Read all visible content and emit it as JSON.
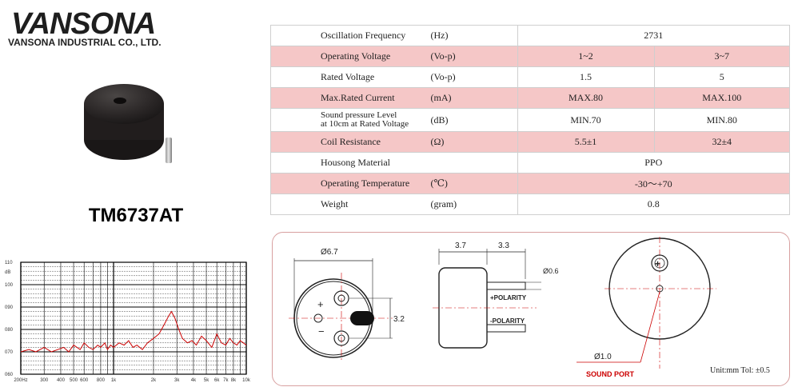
{
  "brand": {
    "logo": "VANSONA",
    "company": "VANSONA INDUSTRIAL CO., LTD."
  },
  "product": {
    "model": "TM6737AT"
  },
  "specs": {
    "rows": [
      {
        "label": "Oscillation Frequency",
        "unit": "(Hz)",
        "values": [
          "2731"
        ],
        "highlight": false
      },
      {
        "label": "Operating Voltage",
        "unit": "(Vo-p)",
        "values": [
          "1~2",
          "3~7"
        ],
        "highlight": true
      },
      {
        "label": "Rated Voltage",
        "unit": "(Vo-p)",
        "values": [
          "1.5",
          "5"
        ],
        "highlight": false
      },
      {
        "label": "Max.Rated Current",
        "unit": "(mA)",
        "values": [
          "MAX.80",
          "MAX.100"
        ],
        "highlight": true
      },
      {
        "label": "Sound pressure Level at 10cm at Rated Voltage",
        "label_line1": "Sound pressure Level",
        "label_line2": "at 10cm at Rated Voltage",
        "unit": "(dB)",
        "values": [
          "MIN.70",
          "MIN.80"
        ],
        "highlight": false
      },
      {
        "label": "Coil Resistance",
        "unit": "(Ω)",
        "values": [
          "5.5±1",
          "32±4"
        ],
        "highlight": true
      },
      {
        "label": "Housong Material",
        "unit": "",
        "values": [
          "PPO"
        ],
        "highlight": false
      },
      {
        "label": "Operating Temperature",
        "unit": "(℃)",
        "values": [
          "-30～+70"
        ],
        "highlight": true
      },
      {
        "label": "Weight",
        "unit": "(gram)",
        "values": [
          "0.8"
        ],
        "highlight": false
      }
    ]
  },
  "chart_data": {
    "type": "line",
    "title": "",
    "ylabel": "dB",
    "y_ticks": [
      "110",
      "100",
      "090",
      "080",
      "070",
      "060"
    ],
    "ylim": [
      60,
      110
    ],
    "x_ticks": [
      "200Hz",
      "300",
      "400",
      "500",
      "600",
      "800",
      "1k",
      "2k",
      "3k",
      "4k",
      "5k",
      "6k",
      "7k",
      "8k",
      "10k"
    ],
    "x_scale": "log",
    "xlim": [
      200,
      10000
    ],
    "grid": true,
    "series": [
      {
        "color": "#cc0000",
        "x": [
          200,
          230,
          260,
          300,
          340,
          380,
          420,
          460,
          500,
          560,
          600,
          650,
          700,
          760,
          800,
          860,
          900,
          950,
          1000,
          1100,
          1200,
          1300,
          1400,
          1500,
          1650,
          1800,
          2000,
          2200,
          2400,
          2600,
          2731,
          2900,
          3100,
          3300,
          3600,
          3900,
          4200,
          4600,
          5000,
          5500,
          6000,
          6500,
          7000,
          7500,
          8000,
          8500,
          9000,
          9500,
          10000
        ],
        "y": [
          70,
          71,
          70,
          72,
          70,
          71,
          72,
          70,
          73,
          71,
          74,
          72,
          71,
          73,
          72,
          74,
          71,
          73,
          72,
          74,
          73,
          75,
          72,
          73,
          71,
          74,
          76,
          78,
          82,
          86,
          88,
          85,
          80,
          76,
          74,
          75,
          73,
          77,
          75,
          72,
          78,
          74,
          73,
          76,
          74,
          73,
          75,
          74,
          73
        ]
      }
    ]
  },
  "drawing": {
    "dim_diameter": "Ø6.7",
    "dim_pin_spacing": "3.2",
    "dim_body_height": "3.7",
    "dim_pin_length": "3.3",
    "dim_pin_diameter": "Ø0.6",
    "polarity_plus": "+POLARITY",
    "polarity_minus": "-POLARITY",
    "sound_port_dim": "Ø1.0",
    "sound_port_label": "SOUND PORT",
    "unit_note": "Unit:mm  Tol: ±0.5"
  },
  "colors": {
    "highlight_row": "#f5c7c7",
    "curve": "#cc0000",
    "dim_lines": "#cc0000",
    "panel_border": "#d8a0a0"
  }
}
